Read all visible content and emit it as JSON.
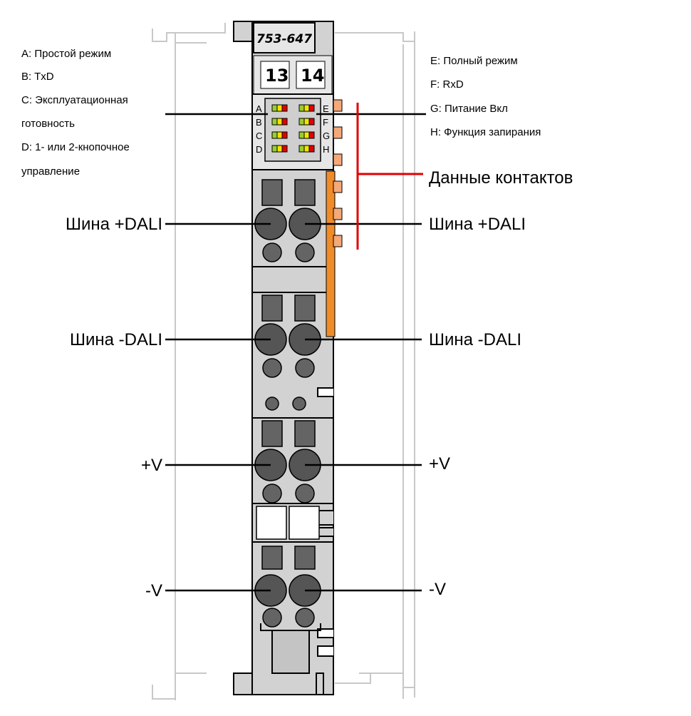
{
  "module": {
    "model": "753-647",
    "slot_left": "13",
    "slot_right": "14"
  },
  "led_letters": {
    "left": [
      "A",
      "B",
      "C",
      "D"
    ],
    "right": [
      "E",
      "F",
      "G",
      "H"
    ]
  },
  "legend_left": {
    "a": "A: Простой режим",
    "b": "B: TxD",
    "c1": "C: Эксплуатационная",
    "c2": "готовность",
    "d1": "D: 1- или 2-кнопочное",
    "d2": "управление"
  },
  "legend_right": {
    "e": "E: Полный режим",
    "f": "F: RxD",
    "g": "G: Питание Вкл",
    "h": "H: Функция запирания"
  },
  "callouts": {
    "data_contacts": "Данные контактов",
    "dali_plus_left": "Шина +DALI",
    "dali_plus_right": "Шина +DALI",
    "dali_minus_left": "Шина -DALI",
    "dali_minus_right": "Шина -DALI",
    "v_plus_left": "+V",
    "v_plus_right": "+V",
    "v_minus_left": "-V",
    "v_minus_right": "-V"
  },
  "colors": {
    "housing": "#d2d2d2",
    "outline": "#000000",
    "contact_orange": "#f08c28",
    "contact_light": "#f5a878",
    "led_green": "#9acd32",
    "led_yellow": "#f2e600",
    "led_red": "#e00000",
    "bracket_red": "#e00000",
    "rail_ghost": "#c8c8c8"
  }
}
